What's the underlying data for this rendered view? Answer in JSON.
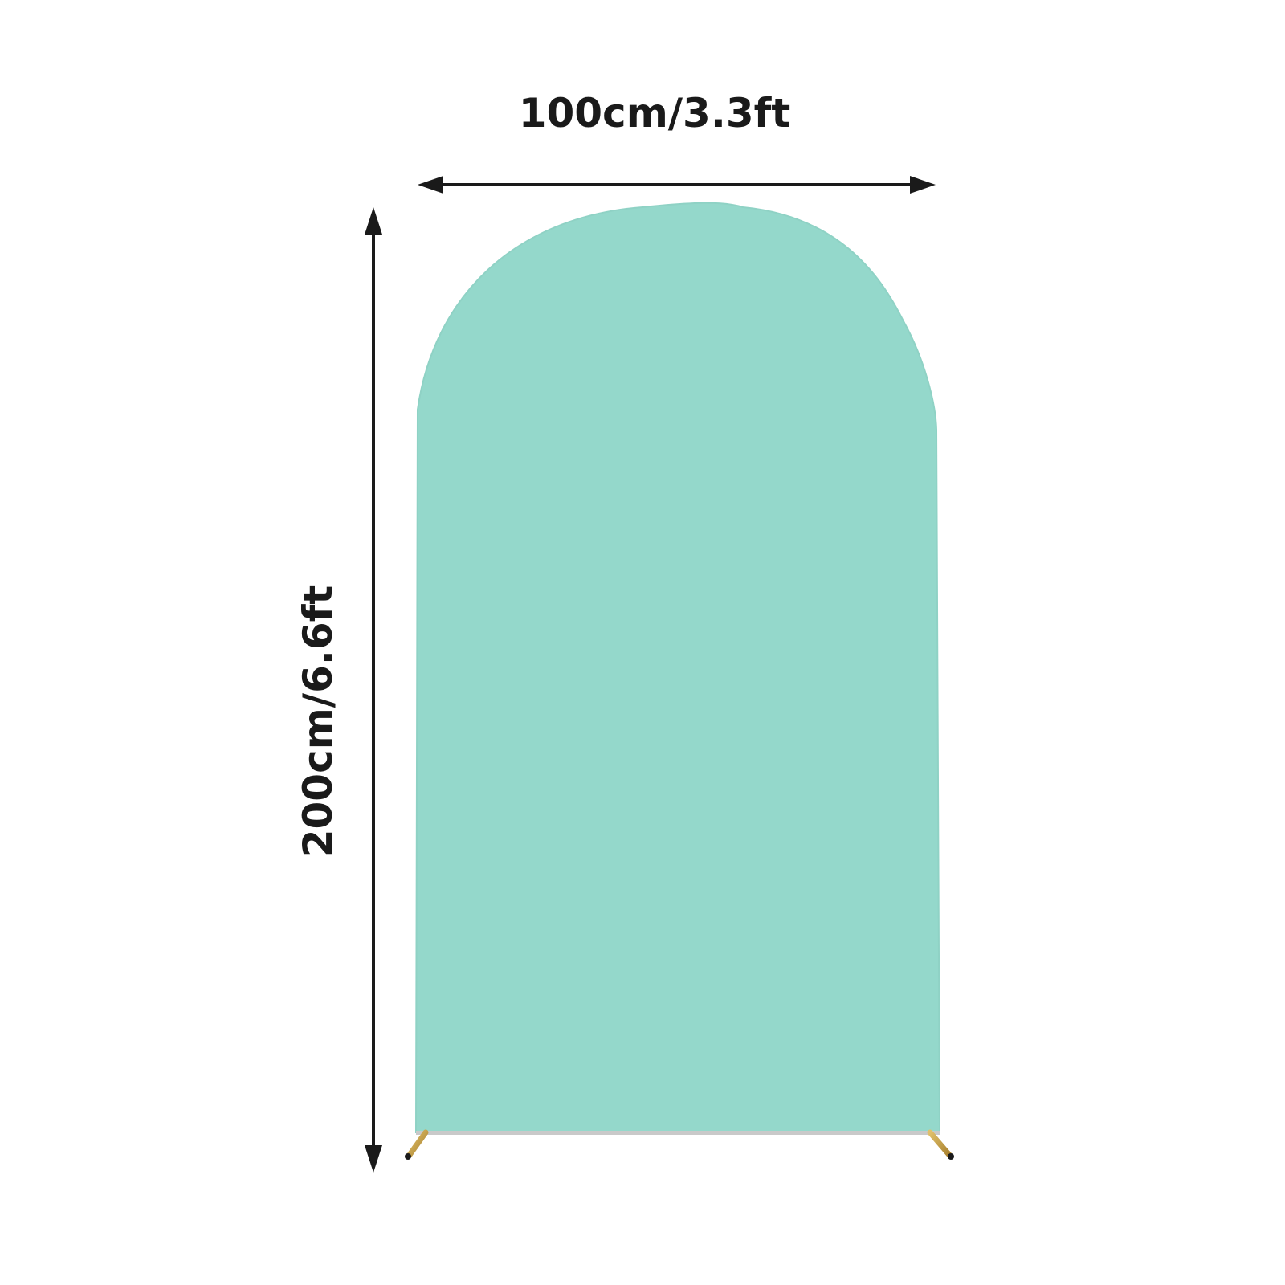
{
  "dimensions": {
    "width_label": "100cm/3.3ft",
    "height_label": "200cm/6.6ft"
  },
  "colors": {
    "panel": "#94d8cb",
    "panel_edge": "#8fd2c5",
    "arrow": "#1a1a1a",
    "stand_leg": "#c9a24a",
    "background": "#ffffff"
  },
  "icons": {
    "width_arrow": "double-headed-horizontal-arrow",
    "height_arrow": "double-headed-vertical-arrow",
    "stand_leg": "gold-stand-leg"
  }
}
